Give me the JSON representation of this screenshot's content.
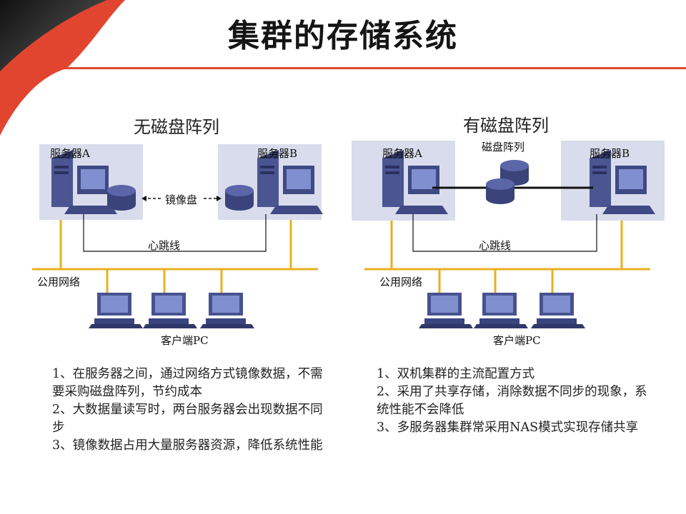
{
  "title": "集群的存储系统",
  "colors": {
    "accent_red": "#e2452f",
    "network_line": "#e8b020",
    "server_box": "#d9dcec",
    "device": "#4a5592"
  },
  "left": {
    "heading": "无磁盘阵列",
    "server_a": "服务器A",
    "server_b": "服务器B",
    "mirror_label": "镜像盘",
    "heartbeat": "心跳线",
    "network": "公用网络",
    "clients": "客户端PC",
    "notes": [
      "1、在服务器之间，通过网络方式镜像数据，不需要采购磁盘阵列，节约成本",
      "2、大数据量读写时，两台服务器会出现数据不同步",
      "3、镜像数据占用大量服务器资源，降低系统性能"
    ]
  },
  "right": {
    "heading": "有磁盘阵列",
    "server_a": "服务器A",
    "server_b": "服务器B",
    "array_label": "磁盘阵列",
    "heartbeat": "心跳线",
    "network": "公用网络",
    "clients": "客户端PC",
    "notes": [
      "1、双机集群的主流配置方式",
      "2、采用了共享存储，消除数据不同步的现象，系统性能不会降低",
      "3、多服务器集群常采用NAS模式实现存储共享"
    ]
  }
}
